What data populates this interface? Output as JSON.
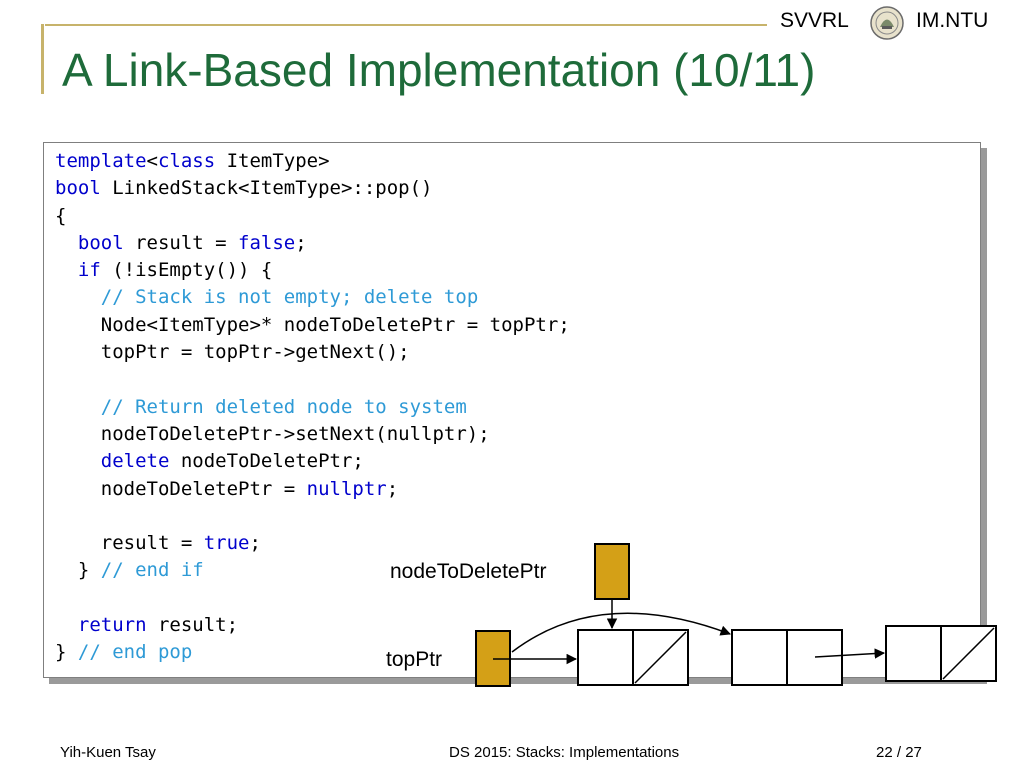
{
  "header": {
    "brand_left": "SVVRL",
    "brand_right": "IM.NTU",
    "seal_icon": "university-seal-icon",
    "title": "A Link-Based Implementation (10/11)"
  },
  "code": {
    "lines": [
      [
        {
          "t": "template",
          "c": "kw"
        },
        {
          "t": "<"
        },
        {
          "t": "class",
          "c": "kw"
        },
        {
          "t": " ItemType>"
        }
      ],
      [
        {
          "t": "bool",
          "c": "kw"
        },
        {
          "t": " LinkedStack<ItemType>::pop()"
        }
      ],
      [
        {
          "t": "{"
        }
      ],
      [
        {
          "t": "  "
        },
        {
          "t": "bool",
          "c": "kw"
        },
        {
          "t": " result = "
        },
        {
          "t": "false",
          "c": "kw"
        },
        {
          "t": ";"
        }
      ],
      [
        {
          "t": "  "
        },
        {
          "t": "if",
          "c": "kw"
        },
        {
          "t": " (!isEmpty()) {"
        }
      ],
      [
        {
          "t": "    "
        },
        {
          "t": "// Stack is not empty; delete top",
          "c": "cm"
        }
      ],
      [
        {
          "t": "    Node<ItemType>* nodeToDeletePtr = topPtr;"
        }
      ],
      [
        {
          "t": "    topPtr = topPtr->getNext();"
        }
      ],
      [
        {
          "t": ""
        }
      ],
      [
        {
          "t": "    "
        },
        {
          "t": "// Return deleted node to system",
          "c": "cm"
        }
      ],
      [
        {
          "t": "    nodeToDeletePtr->setNext(nullptr);"
        }
      ],
      [
        {
          "t": "    "
        },
        {
          "t": "delete",
          "c": "kw"
        },
        {
          "t": " nodeToDeletePtr;"
        }
      ],
      [
        {
          "t": "    nodeToDeletePtr = "
        },
        {
          "t": "nullptr",
          "c": "kw"
        },
        {
          "t": ";"
        }
      ],
      [
        {
          "t": ""
        }
      ],
      [
        {
          "t": "    result = "
        },
        {
          "t": "true",
          "c": "kw"
        },
        {
          "t": ";"
        }
      ],
      [
        {
          "t": "  } "
        },
        {
          "t": "// end if",
          "c": "cm"
        }
      ],
      [
        {
          "t": ""
        }
      ],
      [
        {
          "t": "  "
        },
        {
          "t": "return",
          "c": "kw"
        },
        {
          "t": " result;"
        }
      ],
      [
        {
          "t": "} "
        },
        {
          "t": "// end pop",
          "c": "cm"
        }
      ]
    ]
  },
  "diagram": {
    "label_node_to_delete": "nodeToDeletePtr",
    "label_top": "topPtr",
    "pointer_fill": "#d4a017",
    "node_count": 3
  },
  "footer": {
    "author": "Yih-Kuen Tsay",
    "course": "DS 2015: Stacks: Implementations",
    "page_current": "22",
    "page_separator": " / ",
    "page_total": "27"
  },
  "colors": {
    "title": "#1e6b3a",
    "keyword": "#0000cc",
    "comment": "#2e9ad6",
    "accent_line": "#c7b36b"
  }
}
